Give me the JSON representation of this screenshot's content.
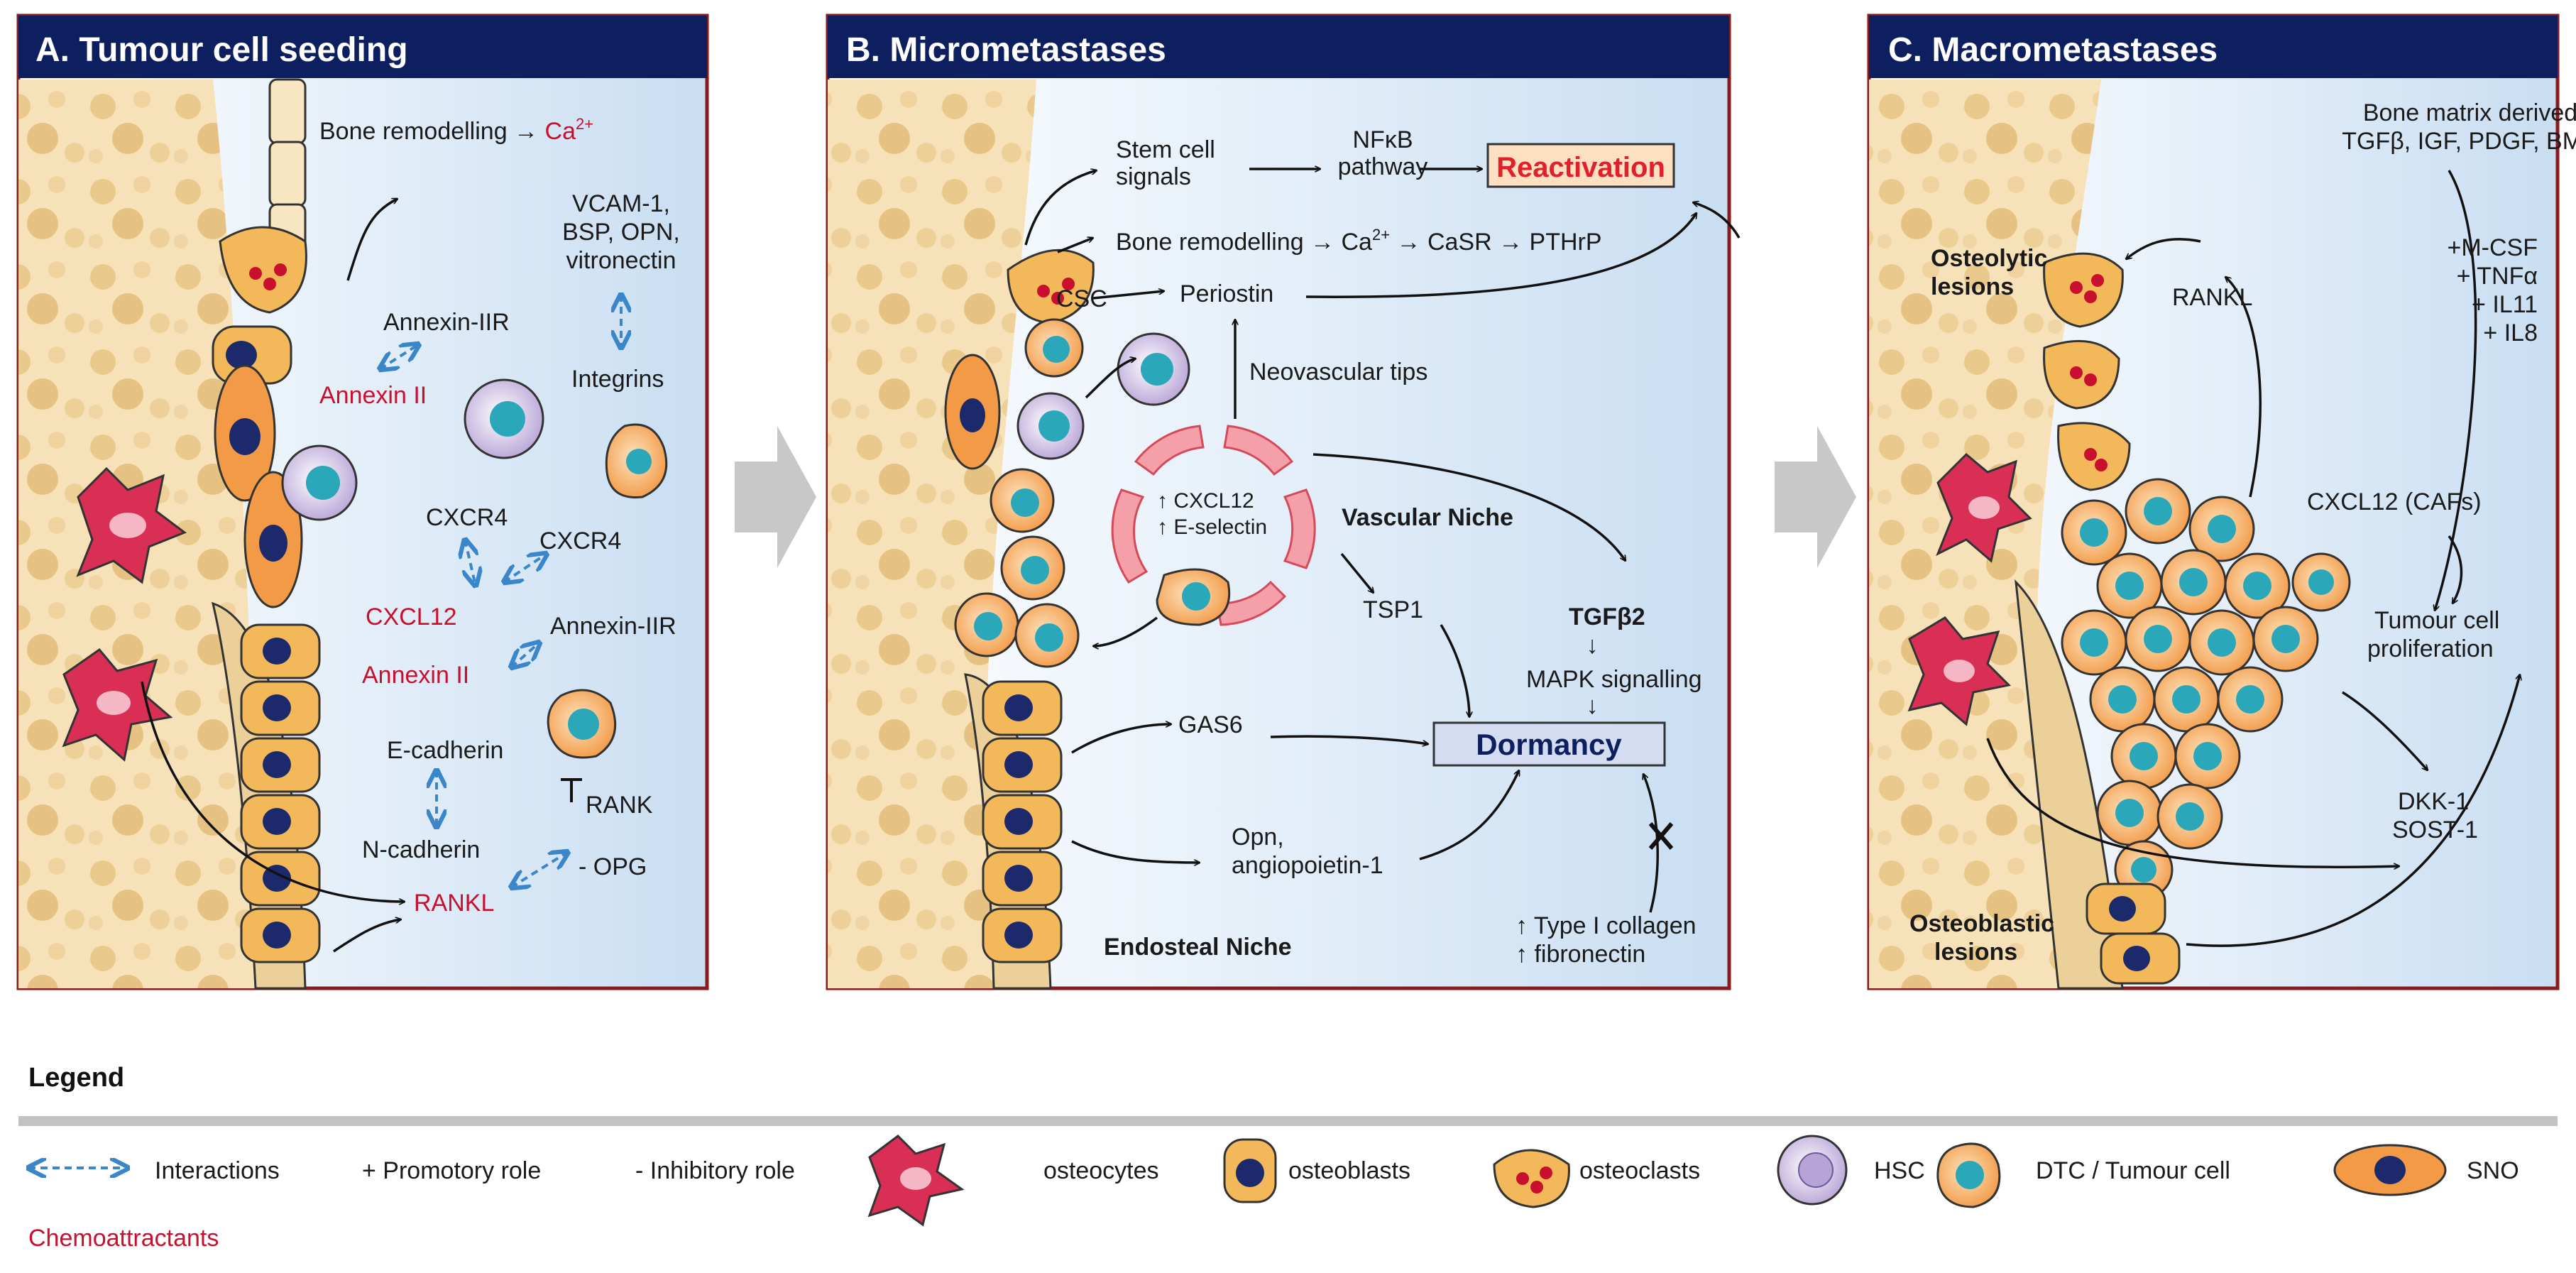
{
  "panels": [
    {
      "title": "A. Tumour cell seeding"
    },
    {
      "title": "B. Micrometastases"
    },
    {
      "title": "C. Macrometastases"
    }
  ],
  "panel_a": {
    "bone_remodelling": "Bone remodelling →",
    "ca": "Ca",
    "ca_sup": "2+",
    "vcam": [
      "VCAM-1,",
      "BSP, OPN,",
      "vitronectin"
    ],
    "integrins": "Integrins",
    "annexin_iir_1": "Annexin-IIR",
    "annexin_ii_1": "Annexin II",
    "cxcr4_1": "CXCR4",
    "cxcr4_2": "CXCR4",
    "cxcl12": "CXCL12",
    "annexin_iir_2": "Annexin-IIR",
    "annexin_ii_2": "Annexin II",
    "e_cadherin": "E-cadherin",
    "n_cadherin": "N-cadherin",
    "rank": "RANK",
    "opg": "- OPG",
    "rankl": "RANKL"
  },
  "panel_b": {
    "stem_signals": [
      "Stem cell",
      "signals"
    ],
    "nfkb": [
      "NFκB",
      "pathway"
    ],
    "reactivation": "Reactivation",
    "bone_remodelling": "Bone remodelling → Ca",
    "ca_sup": "2+",
    "casr": "→ CaSR → PTHrP",
    "csc": "CSC",
    "periostin": "Periostin",
    "neovascular": "Neovascular tips",
    "cxcl12": "↑ CXCL12",
    "eselectin": "↑ E-selectin",
    "vascular_niche": "Vascular Niche",
    "tsp1": "TSP1",
    "tgfb2": "TGFβ2",
    "mapk": "MAPK signalling",
    "gas6": "GAS6",
    "dormancy": "Dormancy",
    "opn": [
      "Opn,",
      "angiopoietin-1"
    ],
    "collagen": "↑ Type I collagen",
    "fibronectin": "↑ fibronectin",
    "endosteal_niche": "Endosteal Niche"
  },
  "panel_c": {
    "bone_matrix": [
      "Bone matrix derived",
      "TGFβ, IGF, PDGF, BMP"
    ],
    "osteolytic": [
      "Osteolytic",
      "lesions"
    ],
    "rankl": "RANKL",
    "promoters": [
      "+M-CSF",
      "+ TNFα",
      "+ IL11",
      "+ IL8"
    ],
    "cxcl12_cafs": "CXCL12 (CAFs)",
    "proliferation": [
      "Tumour cell",
      "proliferation"
    ],
    "dkk": [
      "DKK-1",
      "SOST-1"
    ],
    "osteoblastic": [
      "Osteoblastic",
      "lesions"
    ]
  },
  "legend": {
    "title": "Legend",
    "interactions": "Interactions",
    "promotory": "+  Promotory role",
    "inhibitory": "-  Inhibitory role",
    "osteocytes": "osteocytes",
    "osteoblasts": "osteoblasts",
    "osteoclasts": "osteoclasts",
    "hsc": "HSC",
    "dtc": "DTC / Tumour cell",
    "sno": "SNO",
    "chemoattractants": "Chemoattractants"
  },
  "colors": {
    "header": "#0d1f5e",
    "border": "#8b1a1a",
    "chemo": "#c8102e",
    "interaction": "#3a86c8",
    "bone": "#f6e1b8",
    "osteoblast": "#f3b85a",
    "tumour": "#f29a46",
    "osteocyte": "#d92f55"
  }
}
